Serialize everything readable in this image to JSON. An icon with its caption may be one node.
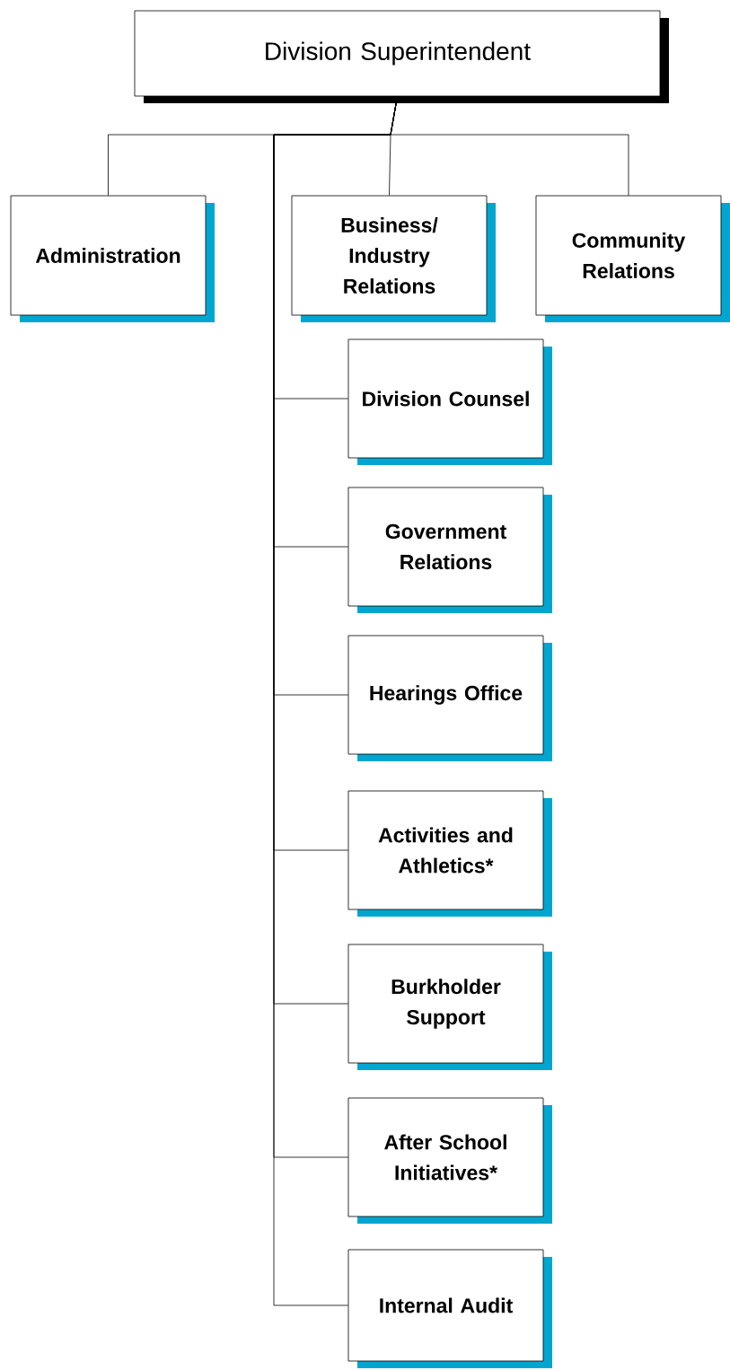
{
  "diagram": {
    "nodes": [
      {
        "text": [
          "Division Superintendent"
        ]
      },
      {
        "text": [
          "Administration"
        ]
      },
      {
        "text": [
          "Business/ Industry Relations"
        ]
      },
      {
        "text": [
          "Community Relations"
        ]
      },
      {
        "text": [
          "Division Counsel"
        ]
      },
      {
        "text": [
          "Government Relations"
        ]
      },
      {
        "text": [
          "Hearings Office"
        ]
      },
      {
        "text": [
          "Activities and Athletics*"
        ]
      },
      {
        "text": [
          "Burkholder Support"
        ]
      },
      {
        "text": [
          "After School Initiatives*"
        ]
      },
      {
        "text": [
          "Internal Audit"
        ]
      }
    ],
    "edges": [
      {
        "from": 0,
        "to": 1,
        "arrow": "none"
      },
      {
        "from": 0,
        "to": 2,
        "arrow": "none"
      },
      {
        "from": 0,
        "to": 3,
        "arrow": "none"
      },
      {
        "from": 0,
        "to": 4,
        "arrow": "none"
      },
      {
        "from": 0,
        "to": 5,
        "arrow": "none"
      },
      {
        "from": 0,
        "to": 6,
        "arrow": "none"
      },
      {
        "from": 0,
        "to": 7,
        "arrow": "none"
      },
      {
        "from": 0,
        "to": 8,
        "arrow": "none"
      },
      {
        "from": 0,
        "to": 9,
        "arrow": "none"
      },
      {
        "from": 0,
        "to": 10,
        "arrow": "none"
      }
    ]
  }
}
